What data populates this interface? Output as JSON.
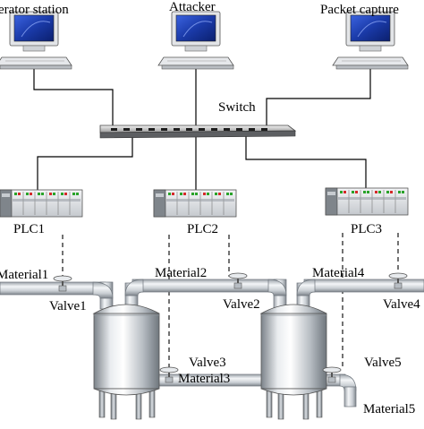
{
  "computers": {
    "operator": "erator station",
    "attacker": "Attacker",
    "capture": "Packet capture"
  },
  "network": {
    "switch": "Switch"
  },
  "plcs": [
    "PLC1",
    "PLC2",
    "PLC3"
  ],
  "materials": [
    "Material1",
    "Material2",
    "Material3",
    "Material4",
    "Material5"
  ],
  "valves": [
    "Valve1",
    "Valve2",
    "Valve3",
    "Valve4",
    "Valve5"
  ],
  "colors": {
    "line": "#000000",
    "pipe_light": "#eef1f4",
    "pipe_dark": "#8e959c",
    "screen": "#1a3aa8",
    "plc_body": "#dfe2e6",
    "plc_dark": "#8a8f95",
    "led_green": "#29a329",
    "led_red": "#d42a2a"
  }
}
